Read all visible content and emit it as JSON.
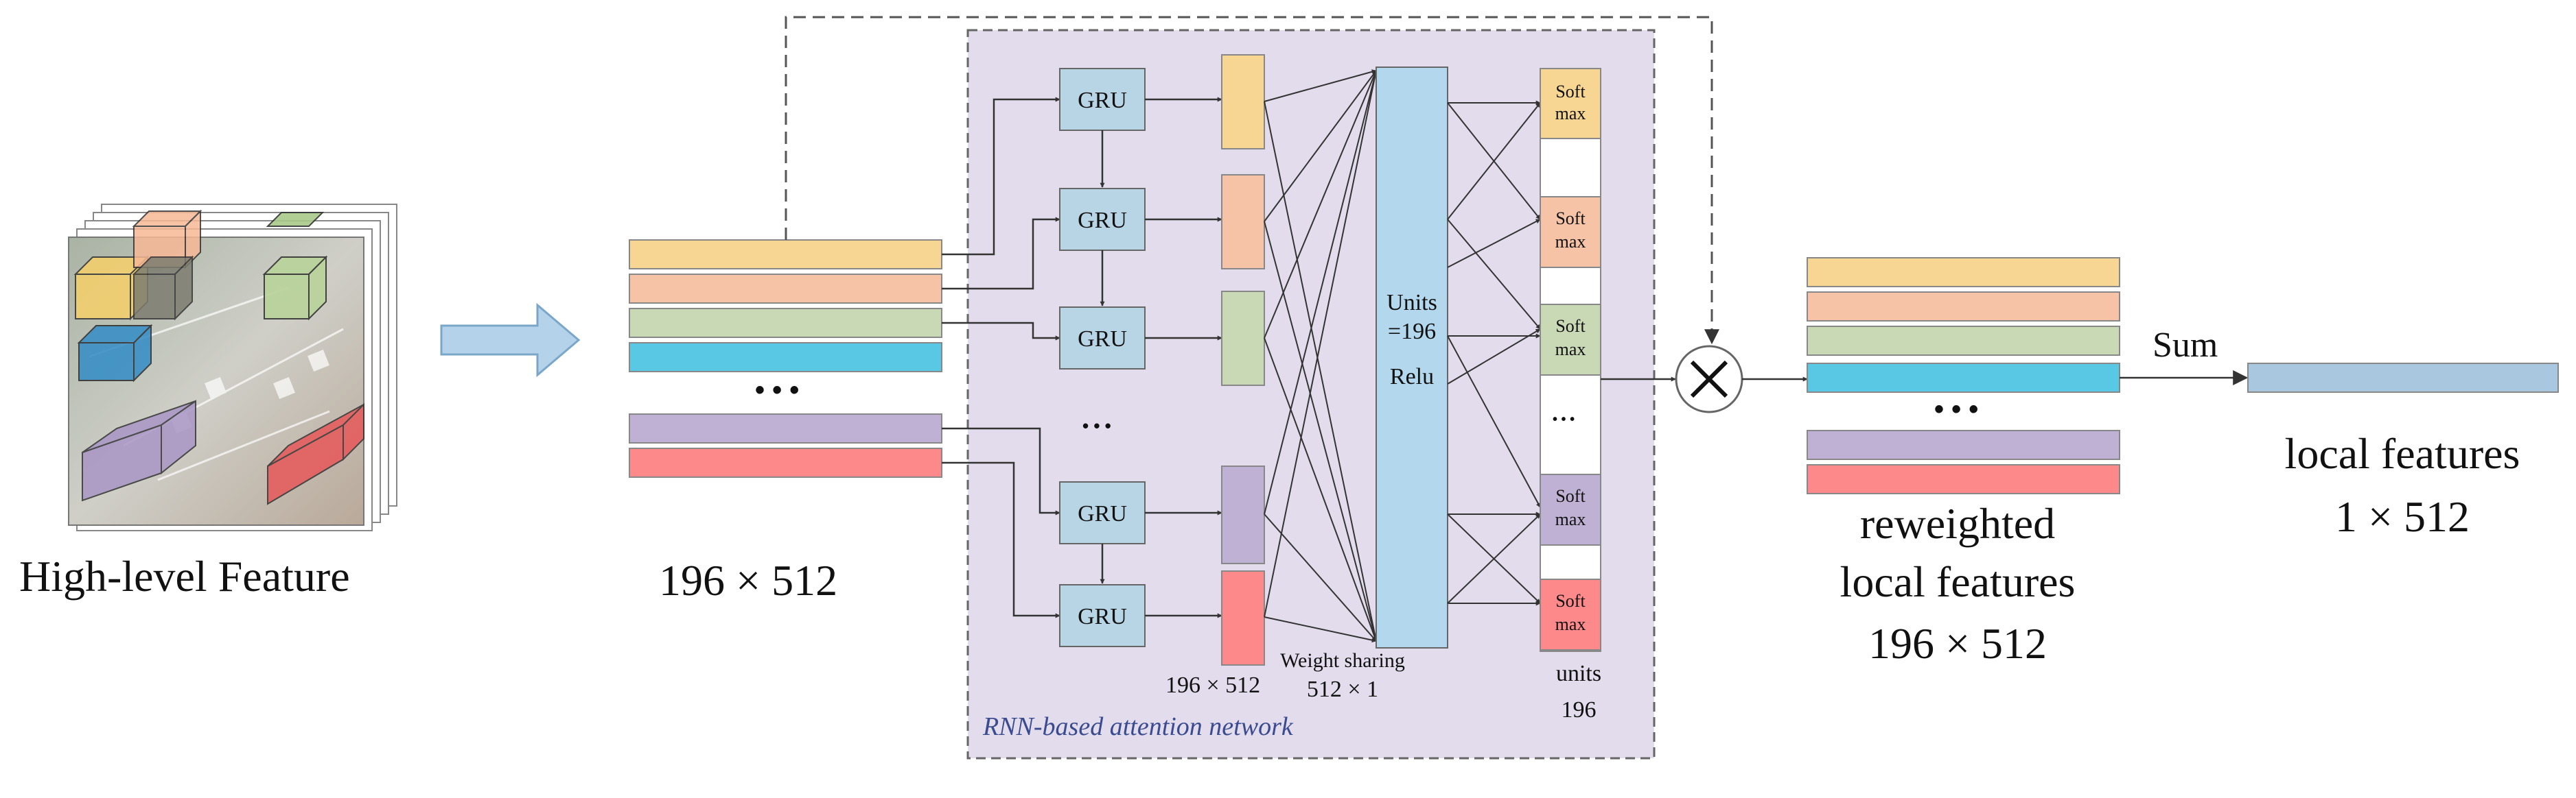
{
  "labels": {
    "high_level_feature": "High-level Feature",
    "input_size": "196 × 512",
    "dots": "• • •",
    "gru": "GRU",
    "gru_ellipsis": "• • •",
    "hidden_size": "196 × 512",
    "weight_sharing_l1": "Weight sharing",
    "weight_sharing_l2": "512 × 1",
    "dense_l1": "Units",
    "dense_l2": "=196",
    "dense_l3": "Relu",
    "softmax_l1": "Soft",
    "softmax_l2": "max",
    "softmax_ellipsis": "• • •",
    "units_l1": "units",
    "units_l2": "196",
    "network_name": "RNN-based attention network",
    "multiply_symbol": "×",
    "reweighted_l1": "reweighted",
    "reweighted_l2": "local features",
    "reweighted_l3": "196 × 512",
    "sum": "Sum",
    "local_l1": "local features",
    "local_l2": "1 × 512"
  },
  "colors": {
    "yellow": "#f6d692",
    "salmon": "#f6c3a6",
    "sage": "#c9d9b6",
    "cyan": "#59c8e4",
    "purple": "#bfb1d3",
    "red": "#fd898a",
    "gru_fill": "#b8d5e6",
    "dense_fill": "#b3d7ec",
    "panel_fill": "#e2dcec",
    "output_bar": "#a9c8e0",
    "arrow_fill": "#b4d3ea"
  }
}
